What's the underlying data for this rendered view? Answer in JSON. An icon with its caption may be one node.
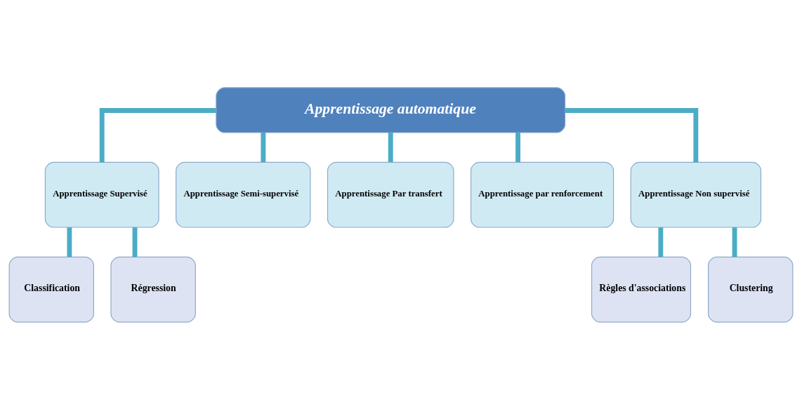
{
  "diagram": {
    "nodes": [
      {
        "text": [
          "Apprentissage automatique"
        ]
      },
      {
        "text": [
          "Apprentissage Supervisé"
        ]
      },
      {
        "text": [
          "Apprentissage Semi-supervisé"
        ]
      },
      {
        "text": [
          "Apprentissage Par transfert"
        ]
      },
      {
        "text": [
          "Apprentissage par renforcement"
        ]
      },
      {
        "text": [
          "Apprentissage Non supervisé"
        ]
      },
      {
        "text": [
          "Classification"
        ]
      },
      {
        "text": [
          "Régression"
        ]
      },
      {
        "text": [
          "Règles d'associations"
        ]
      },
      {
        "text": [
          "Clustering"
        ]
      }
    ],
    "edges": [
      {
        "from": 0,
        "to": 1,
        "arrow": "none"
      },
      {
        "from": 0,
        "to": 2,
        "arrow": "none"
      },
      {
        "from": 0,
        "to": 3,
        "arrow": "none"
      },
      {
        "from": 0,
        "to": 4,
        "arrow": "none"
      },
      {
        "from": 0,
        "to": 5,
        "arrow": "none"
      },
      {
        "from": 1,
        "to": 6,
        "arrow": "none"
      },
      {
        "from": 1,
        "to": 7,
        "arrow": "none"
      },
      {
        "from": 5,
        "to": 8,
        "arrow": "none"
      },
      {
        "from": 5,
        "to": 9,
        "arrow": "none"
      }
    ]
  }
}
